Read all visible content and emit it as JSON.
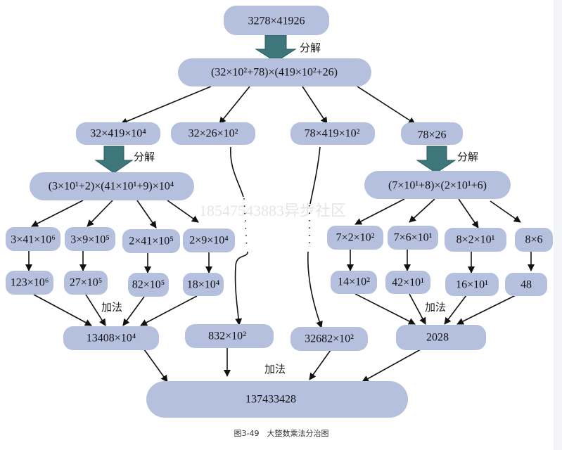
{
  "figure": {
    "caption": "图3-49　大整数乘法分治图",
    "watermark": "18547543883异步社区",
    "colors": {
      "node": "#b5c0df",
      "arrow": "#3d777b"
    },
    "labels": {
      "decompose": "分解",
      "add": "加法"
    },
    "nodes": {
      "root": "3278×41926",
      "split": "(32×10²+78)×(419×10²+26)",
      "p1": "32×419×10⁴",
      "p2": "32×26×10²",
      "p3": "78×419×10²",
      "p4": "78×26",
      "l_split": "(3×10¹+2)×(41×10¹+9)×10⁴",
      "r_split": "(7×10¹+8)×(2×10¹+6)",
      "la": [
        "3×41×10⁶",
        "3×9×10⁵",
        "2×41×10⁵",
        "2×9×10⁴"
      ],
      "lb": [
        "123×10⁶",
        "27×10⁵",
        "82×10⁵",
        "18×10⁴"
      ],
      "ra": [
        "7×2×10²",
        "7×6×10¹",
        "8×2×10¹",
        "8×6"
      ],
      "rb": [
        "14×10²",
        "42×10¹",
        "16×10¹",
        "48"
      ],
      "s1": "13408×10⁴",
      "s2": "832×10²",
      "s3": "32682×10²",
      "s4": "2028",
      "final": "137433428"
    }
  }
}
